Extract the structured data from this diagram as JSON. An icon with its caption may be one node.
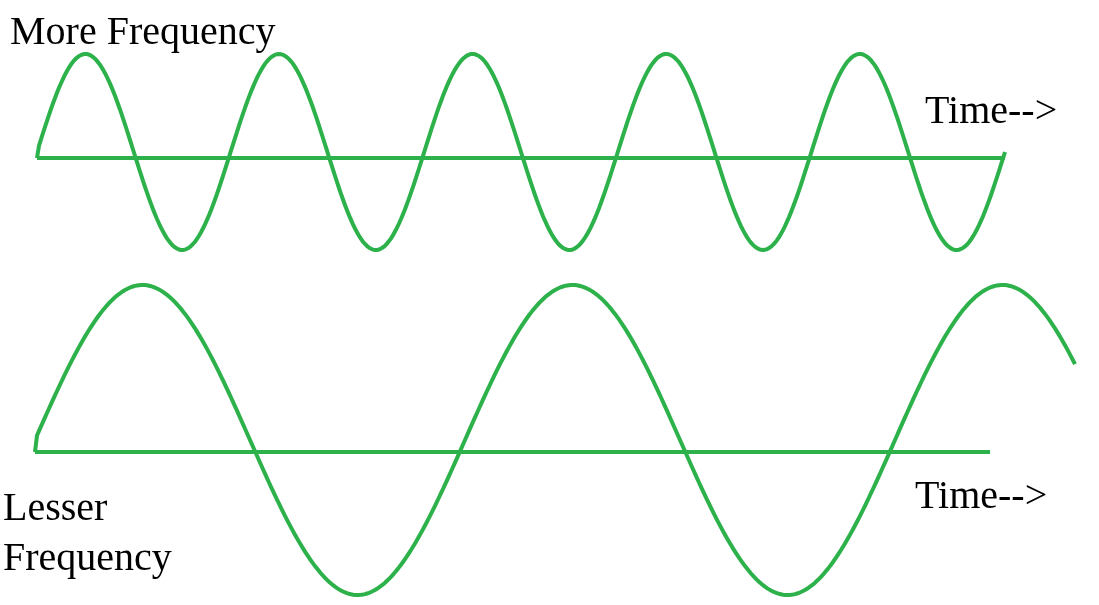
{
  "diagram": {
    "labels": [
      "More Frequency",
      "Time-->",
      "Lesser Frequency",
      "Time-->"
    ]
  }
}
